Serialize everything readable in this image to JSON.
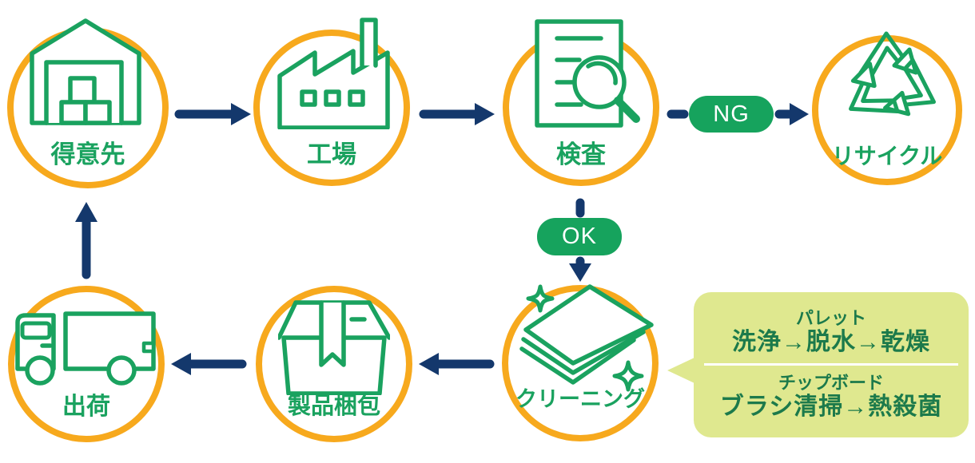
{
  "diagram_title": "",
  "nodes": {
    "customer": {
      "label": "得意先",
      "icon": "warehouse-icon"
    },
    "factory": {
      "label": "工場",
      "icon": "factory-icon"
    },
    "inspection": {
      "label": "検査",
      "icon": "inspection-document-magnifier-icon"
    },
    "recycle": {
      "label": "リサイクル",
      "icon": "recycling-arrows-icon"
    },
    "cleaning": {
      "label": "クリーニング",
      "icon": "sparkle-sheets-icon"
    },
    "packing": {
      "label": "製品梱包",
      "icon": "carton-box-icon"
    },
    "shipping": {
      "label": "出荷",
      "icon": "truck-icon"
    }
  },
  "badges": {
    "ng": "NG",
    "ok": "OK"
  },
  "callout": {
    "pallet_title": "パレット",
    "pallet_process": "洗浄→脱水→乾燥",
    "chipboard_title": "チップボード",
    "chipboard_process": "ブラシ清掃→熱殺菌"
  },
  "flow": [
    {
      "from": "得意先",
      "to": "工場",
      "label": ""
    },
    {
      "from": "工場",
      "to": "検査",
      "label": ""
    },
    {
      "from": "検査",
      "to": "リサイクル",
      "label": "NG"
    },
    {
      "from": "検査",
      "to": "クリーニング",
      "label": "OK"
    },
    {
      "from": "クリーニング",
      "to": "製品梱包",
      "label": ""
    },
    {
      "from": "製品梱包",
      "to": "出荷",
      "label": ""
    },
    {
      "from": "出荷",
      "to": "得意先",
      "label": ""
    }
  ],
  "colors": {
    "ring_orange": "#F7A91D",
    "icon_green": "#1AA25F",
    "badge_green": "#16A35D",
    "badge_text": "#FFFFFF",
    "arrow_navy": "#14386C",
    "callout_bg": "#DFE88F",
    "callout_text": "#1C7A4B"
  }
}
